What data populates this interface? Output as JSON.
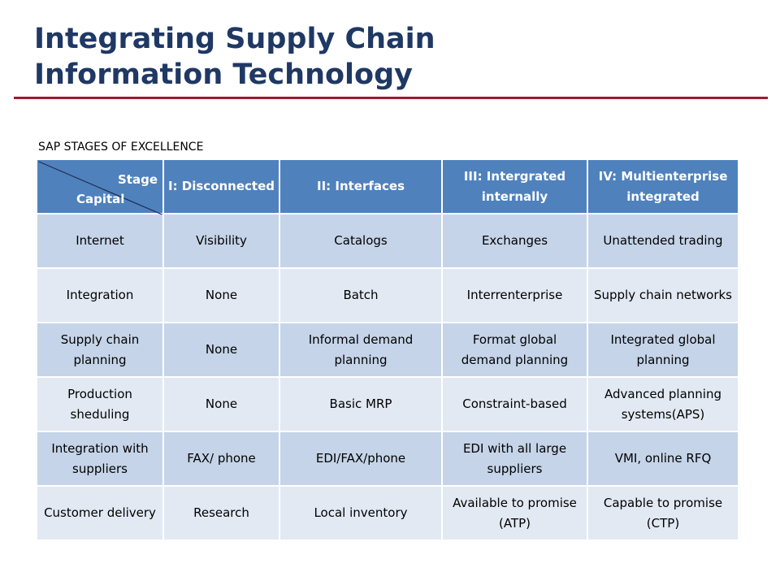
{
  "title_line1": "Integrating Supply Chain",
  "title_line2": "Information Technology",
  "caption": "SAP STAGES OF EXCELLENCE",
  "colors": {
    "title": "#1f3864",
    "rule": "#9b1b30",
    "header": "#4f81bd",
    "row_dark": "#c5d4e8",
    "row_light": "#e2e9f3"
  },
  "table": {
    "corner_top": "Stage",
    "corner_bottom": "Capital",
    "headers": [
      "I: Disconnected",
      "II: Interfaces",
      "III: Intergrated internally",
      "IV: Multienterprise integrated"
    ],
    "rows": [
      [
        "Internet",
        "Visibility",
        "Catalogs",
        "Exchanges",
        "Unattended trading"
      ],
      [
        "Integration",
        "None",
        "Batch",
        "Interrenterprise",
        "Supply chain networks"
      ],
      [
        "Supply chain planning",
        "None",
        "Informal demand planning",
        "Format global demand planning",
        "Integrated global planning"
      ],
      [
        "Production sheduling",
        "None",
        "Basic MRP",
        "Constraint-based",
        "Advanced planning systems(APS)"
      ],
      [
        "Integration with suppliers",
        "FAX/ phone",
        "EDI/FAX/phone",
        "EDI with all large suppliers",
        "VMI, online RFQ"
      ],
      [
        "Customer delivery",
        "Research",
        "Local inventory",
        "Available to promise (ATP)",
        "Capable to promise (CTP)"
      ]
    ]
  }
}
